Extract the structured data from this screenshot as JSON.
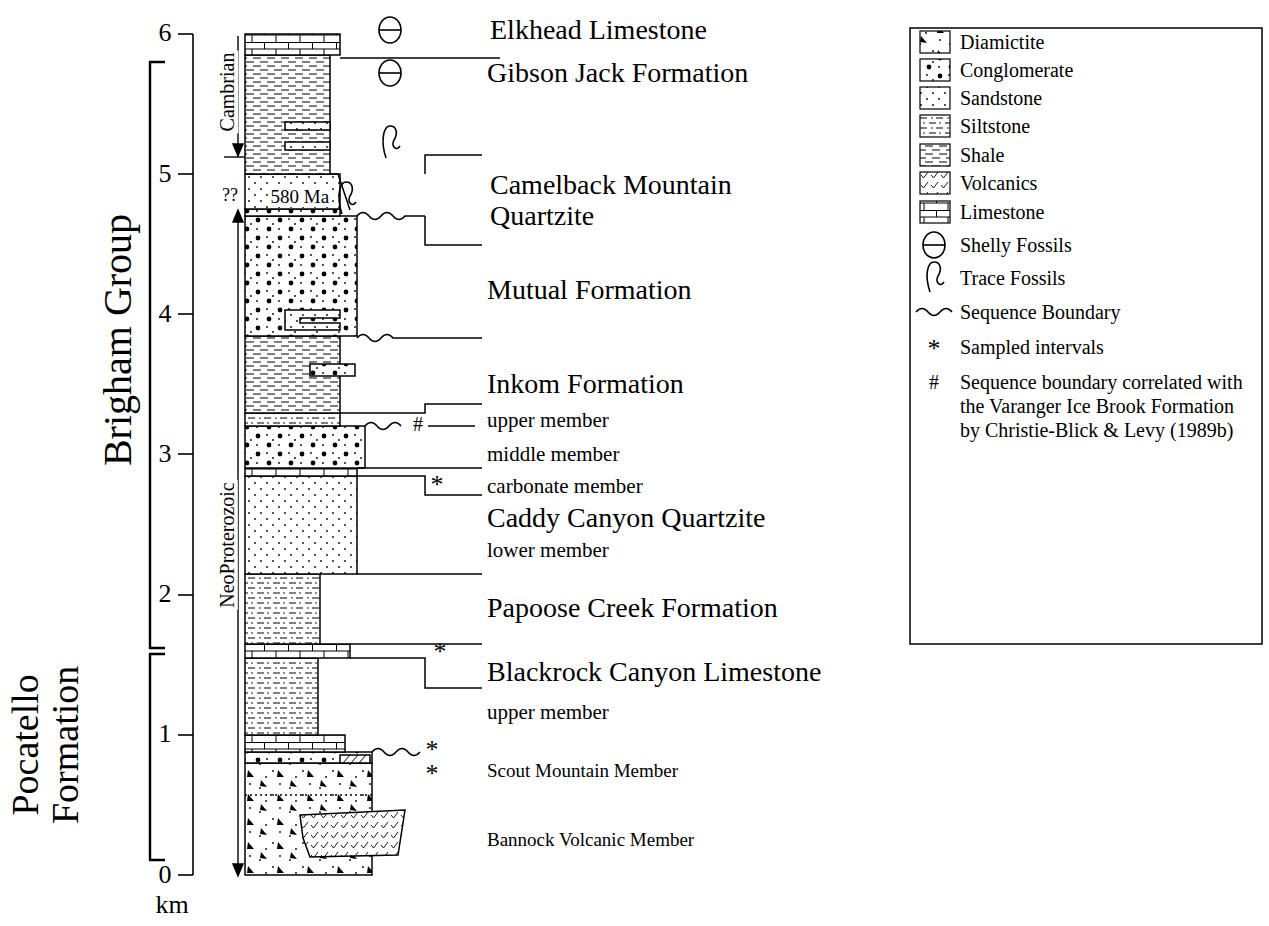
{
  "diagram": {
    "labels": [
      "Brigham Group",
      "Pocatello Formation",
      "Cambrian",
      "??",
      "NeoProterozoic",
      "580 Ma",
      "6",
      "5",
      "4",
      "3",
      "2",
      "1",
      "0",
      "km",
      "Elkhead Limestone",
      "Gibson Jack Formation",
      "Camelback Mountain Quartzite",
      "Mutual Formation",
      "Inkom Formation",
      "upper member",
      "middle member",
      "carbonate member",
      "Caddy Canyon Quartzite",
      "lower member",
      "Papoose Creek Formation",
      "Blackrock Canyon Limestone",
      "upper member",
      "Scout Mountain Member",
      "Bannock Volcanic Member",
      "#",
      "*",
      "*",
      "*",
      "*",
      "*",
      "#"
    ],
    "legend": [
      {
        "text": "Diamictite"
      },
      {
        "text": "Conglomerate"
      },
      {
        "text": "Sandstone"
      },
      {
        "text": "Siltstone"
      },
      {
        "text": "Shale"
      },
      {
        "text": "Volcanics"
      },
      {
        "text": "Limestone"
      },
      {
        "text": "Shelly Fossils"
      },
      {
        "text": "Trace Fossils"
      },
      {
        "text": "Sequence Boundary"
      },
      {
        "text": "Sampled intervals"
      },
      {
        "text": "Sequence boundary correlated with the Varanger Ice Brook Formation by Christie-Blick & Levy (1989b)"
      }
    ]
  }
}
